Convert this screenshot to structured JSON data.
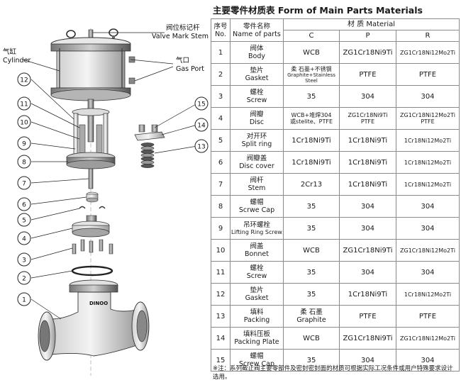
{
  "title": "主要零件材质表  Form of Main Parts Materials",
  "headers": {
    "no_cn": "序号",
    "no_en": "No.",
    "name_cn": "零件名称",
    "name_en": "Name of parts",
    "material": "材 质 Material",
    "col_c": "C",
    "col_p": "P",
    "col_r": "R"
  },
  "rows": [
    {
      "no": "1",
      "cn": "阀体",
      "en": "Body",
      "c": "WCB",
      "p": "ZG1Cr18Ni9Ti",
      "r": "ZG1Cr18Ni12Mo2Ti"
    },
    {
      "no": "2",
      "cn": "垫片",
      "en": "Gasket",
      "c": "柔 石墨+不锈钢",
      "c2": "Graphite+Stainless Steel",
      "p": "PTFE",
      "r": "PTFE"
    },
    {
      "no": "3",
      "cn": "螺栓",
      "en": "Screw",
      "c": "35",
      "p": "304",
      "r": "304"
    },
    {
      "no": "4",
      "cn": "阀瓣",
      "en": "Disc",
      "c": "WCB+堆焊304",
      "c2": "或stelite、PTFE",
      "p": "ZG1Cr18Ni9Ti",
      "p2": "PTFE",
      "r": "ZG1Cr18Ni12Mo2Ti",
      "r2": "PTFE"
    },
    {
      "no": "5",
      "cn": "对开环",
      "en": "Split ring",
      "c": "1Cr18Ni9Ti",
      "p": "1Cr18Ni9Ti",
      "r": "1Cr18Ni12Mo2Ti"
    },
    {
      "no": "6",
      "cn": "阀瓣盖",
      "en": "Disc cover",
      "c": "1Cr18Ni9Ti",
      "p": "1Cr18Ni9Ti",
      "r": "1Cr18Ni12Mo2Ti"
    },
    {
      "no": "7",
      "cn": "阀杆",
      "en": "Stem",
      "c": "2Cr13",
      "p": "1Cr18Ni9Ti",
      "r": "1Cr18Ni12Mo2Ti"
    },
    {
      "no": "8",
      "cn": "螺帽",
      "en": "Scrwe Cap",
      "c": "35",
      "p": "304",
      "r": "304"
    },
    {
      "no": "9",
      "cn": "吊环螺栓",
      "en": "Lifting Ring Screw",
      "c": "35",
      "p": "304",
      "r": "304"
    },
    {
      "no": "10",
      "cn": "阀盖",
      "en": "Bonnet",
      "c": "WCB",
      "p": "ZG1Cr18Ni9Ti",
      "r": "ZG1Cr18Ni12Mo2Ti"
    },
    {
      "no": "11",
      "cn": "螺栓",
      "en": "Screw",
      "c": "35",
      "p": "304",
      "r": "304"
    },
    {
      "no": "12",
      "cn": "垫片",
      "en": "Gasket",
      "c": "35",
      "p": "1Cr18Ni9Ti",
      "r": "1Cr18Ni12Mo2Ti"
    },
    {
      "no": "13",
      "cn": "填料",
      "en": "Packing",
      "c": "柔 石墨",
      "c2": "Graphite",
      "p": "PTFE",
      "r": "PTFE"
    },
    {
      "no": "14",
      "cn": "填料压板",
      "en": "Packing Plate",
      "c": "WCB",
      "p": "ZG1Cr18Ni9Ti",
      "r": "ZG1Cr18Ni12Mo2Ti"
    },
    {
      "no": "15",
      "cn": "螺帽",
      "en": "Screw Cap",
      "c": "35",
      "p": "304",
      "r": "304"
    }
  ],
  "note": "※注：系列截止阀主要零部件及密封密封面的材质可根据实际工况条件或用户特殊要求设计选用。",
  "diagram": {
    "labels": {
      "valve_mark_stem_cn": "阀位标记杆",
      "valve_mark_stem_en": "Valve Mark Stem",
      "cylinder_cn": "气缸",
      "cylinder_en": "Cylinder",
      "gas_port_cn": "气口",
      "gas_port_en": "Gas Port",
      "brand": "DINOO"
    },
    "callouts": [
      "1",
      "2",
      "3",
      "4",
      "5",
      "6",
      "7",
      "8",
      "9",
      "10",
      "11",
      "12",
      "13",
      "14",
      "15"
    ]
  }
}
